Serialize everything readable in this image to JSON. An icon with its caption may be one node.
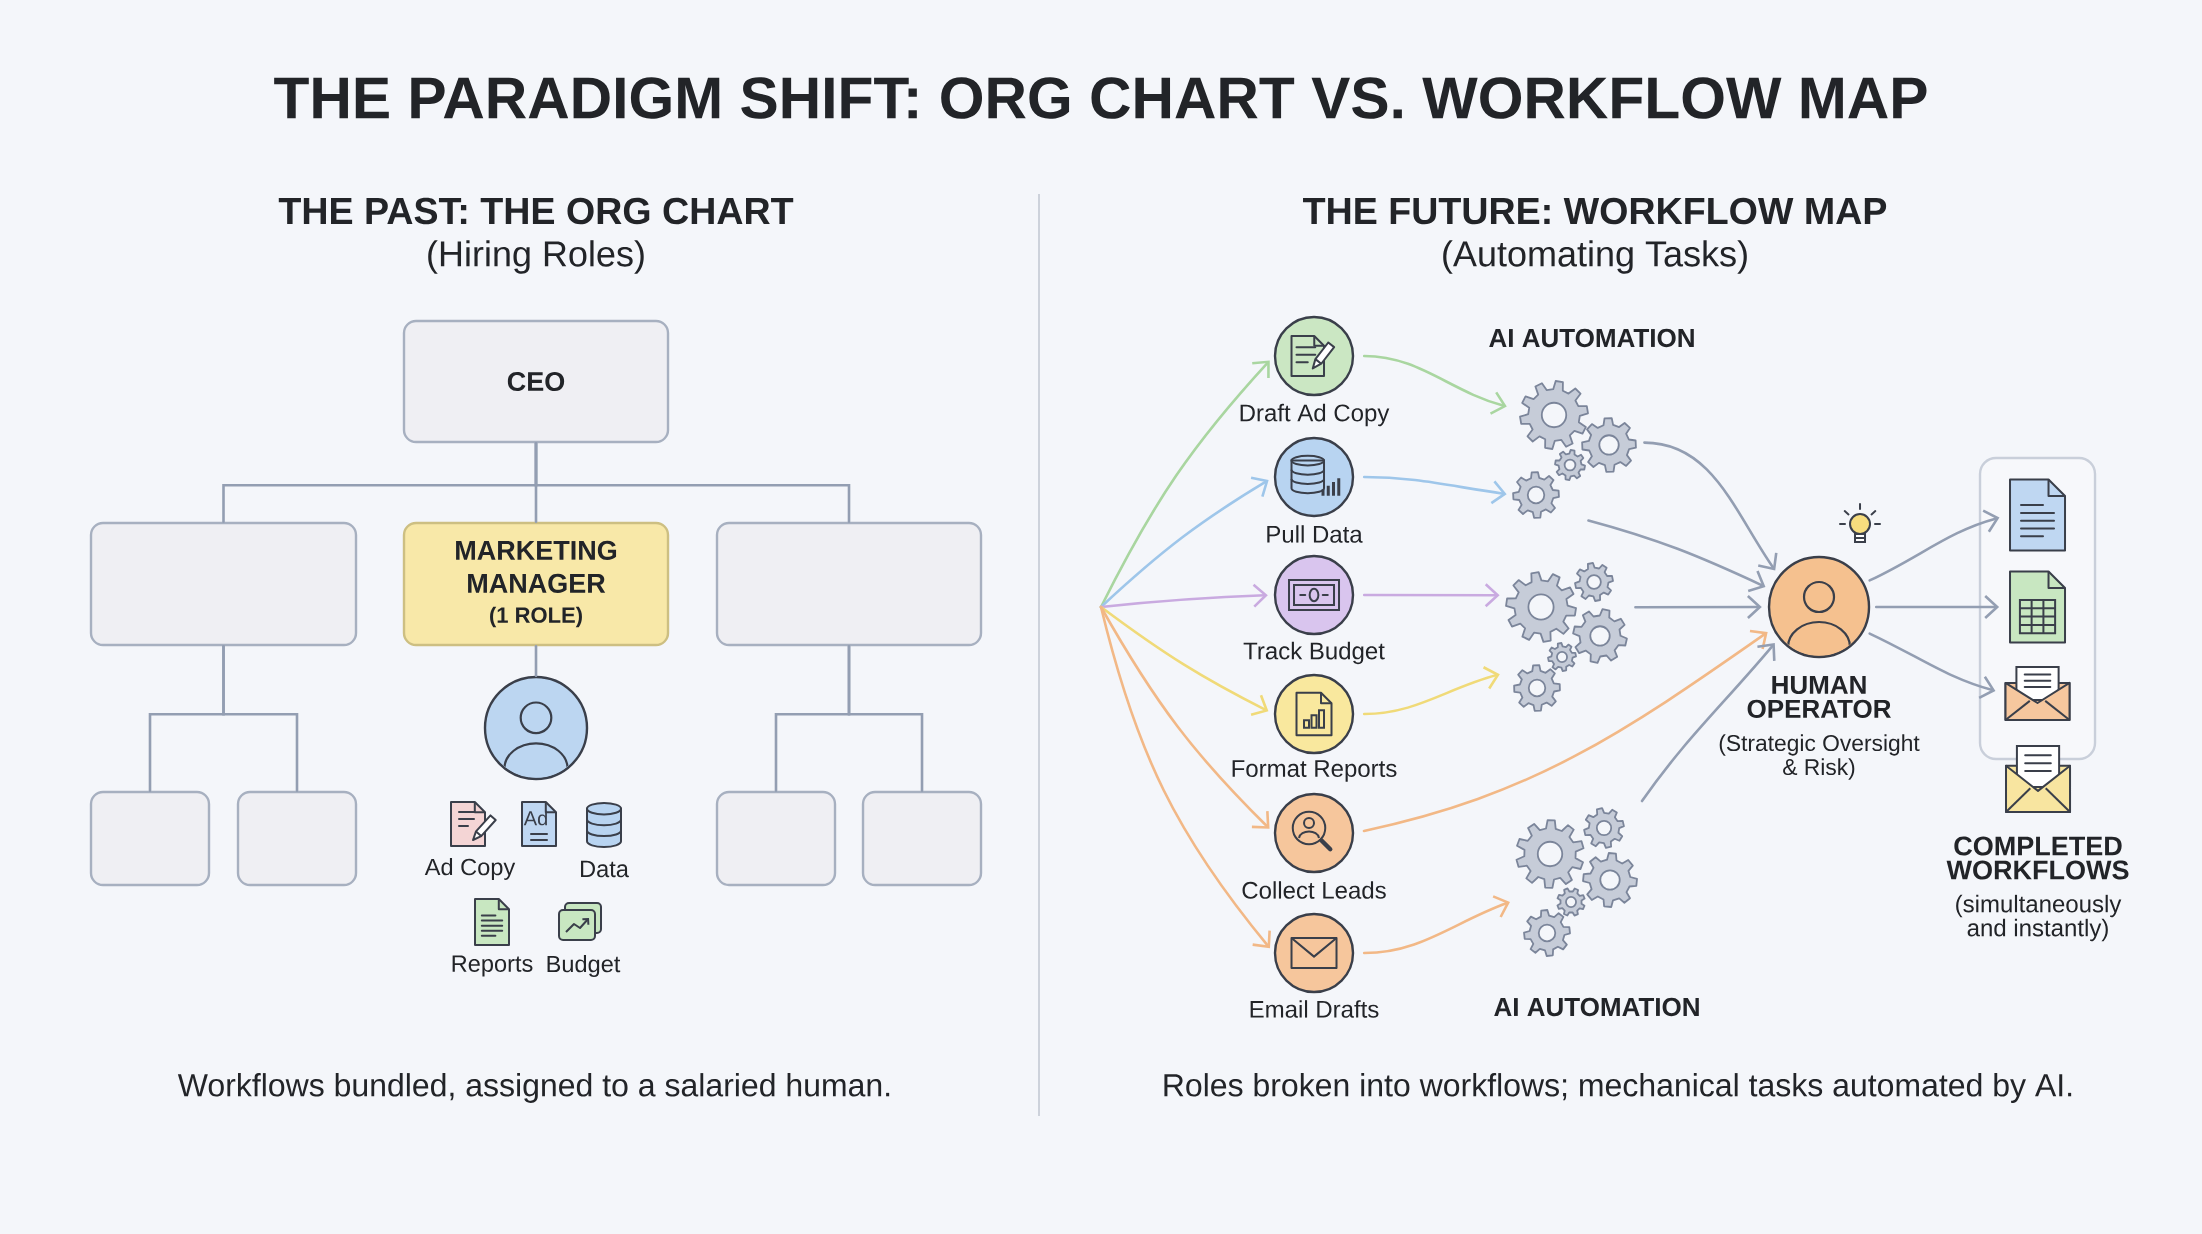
{
  "diagram": {
    "title": "THE PARADIGM SHIFT: ORG CHART VS. WORKFLOW MAP",
    "nodes": [
      {
        "text": [
          "CEO"
        ]
      },
      {
        "text": [],
        "shape": "box"
      },
      {
        "text": [
          "MARKETING MANAGER",
          "(1 ROLE)"
        ]
      },
      {
        "text": [],
        "shape": "box"
      },
      {
        "text": [],
        "shape": "person"
      },
      {
        "text": [],
        "shape": "box"
      },
      {
        "text": [],
        "shape": "box"
      },
      {
        "text": [],
        "shape": "box"
      },
      {
        "text": [],
        "shape": "box"
      },
      {
        "text": [
          "Draft Ad Copy"
        ]
      },
      {
        "text": [
          "Pull Data"
        ]
      },
      {
        "text": [
          "Track Budget"
        ]
      },
      {
        "text": [
          "Format Reports"
        ]
      },
      {
        "text": [
          "Collect Leads"
        ]
      },
      {
        "text": [
          "Email Drafts"
        ]
      },
      {
        "text": [],
        "shape": "picture"
      },
      {
        "text": [],
        "shape": "picture"
      },
      {
        "text": [],
        "shape": "picture"
      },
      {
        "text": [
          "HUMAN OPERATOR",
          "(Strategic Oversight & Risk)"
        ]
      },
      {
        "text": [],
        "shape": "box"
      },
      {
        "text": [],
        "shape": "picture",
        "in": 19
      },
      {
        "text": [],
        "shape": "picture",
        "in": 19
      },
      {
        "text": [],
        "shape": "picture",
        "in": 19
      }
    ],
    "edges": [
      {
        "from": 0,
        "to": 1,
        "arrow": "none"
      },
      {
        "from": 0,
        "to": 2,
        "arrow": "none"
      },
      {
        "from": 0,
        "to": 3,
        "arrow": "none"
      },
      {
        "from": 2,
        "to": 4,
        "arrow": "none"
      },
      {
        "from": 1,
        "to": 5,
        "arrow": "none"
      },
      {
        "from": 1,
        "to": 6,
        "arrow": "none"
      },
      {
        "from": 3,
        "to": 7,
        "arrow": "none"
      },
      {
        "from": 3,
        "to": 8,
        "arrow": "none"
      },
      {
        "from": null,
        "to": 9,
        "arrow": "to",
        "color": "#a9d6a0"
      },
      {
        "from": null,
        "to": 10,
        "arrow": "to",
        "color": "#9ec6ea"
      },
      {
        "from": null,
        "to": 11,
        "arrow": "to",
        "color": "#c9aae0"
      },
      {
        "from": null,
        "to": 12,
        "arrow": "to",
        "color": "#f0da78"
      },
      {
        "from": null,
        "to": 13,
        "arrow": "to",
        "color": "#f2b886"
      },
      {
        "from": null,
        "to": 14,
        "arrow": "to",
        "color": "#f2b886"
      },
      {
        "from": 9,
        "to": 15,
        "arrow": "to",
        "color": "#a9d6a0"
      },
      {
        "from": 10,
        "to": 15,
        "arrow": "to",
        "color": "#9ec6ea"
      },
      {
        "from": 11,
        "to": 16,
        "arrow": "to",
        "color": "#c9aae0"
      },
      {
        "from": 12,
        "to": 16,
        "arrow": "to",
        "color": "#f0da78"
      },
      {
        "from": 13,
        "to": 18,
        "arrow": "to",
        "color": "#f2b886"
      },
      {
        "from": 14,
        "to": 17,
        "arrow": "to",
        "color": "#f2b886"
      },
      {
        "from": 15,
        "to": 18,
        "arrow": "to"
      },
      {
        "from": 15,
        "to": 18,
        "arrow": "to"
      },
      {
        "from": 16,
        "to": 18,
        "arrow": "to"
      },
      {
        "from": 17,
        "to": 18,
        "arrow": "to"
      },
      {
        "from": 18,
        "to": 20,
        "arrow": "to"
      },
      {
        "from": 18,
        "to": 21,
        "arrow": "to"
      },
      {
        "from": 18,
        "to": 22,
        "arrow": "to"
      }
    ],
    "labels": [
      "THE PAST: THE ORG CHART",
      "(Hiring Roles)",
      "THE FUTURE: WORKFLOW MAP",
      "(Automating Tasks)",
      "Ad",
      "Ad Copy",
      "Data",
      "Reports",
      "Budget",
      "AI AUTOMATION",
      "AI AUTOMATION",
      "COMPLETED WORKFLOWS",
      "(simultaneously and instantly)",
      "Workflows bundled, assigned to a salaried human.",
      "Roles broken into workflows; mechanical tasks automated by AI."
    ]
  }
}
